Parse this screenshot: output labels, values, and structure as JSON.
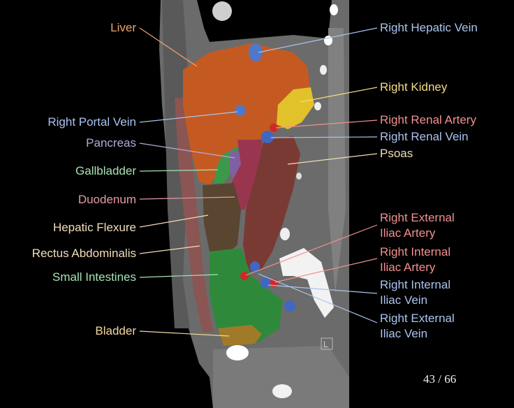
{
  "viewer": {
    "counter": "43 / 66",
    "orientation_marker": "L"
  },
  "colors": {
    "organ": "#f2a36b",
    "vessel_vein": "#a9c4ef",
    "vessel_artery": "#f2908f",
    "kidney": "#f5dc85",
    "gallbladder": "#a7e3b4",
    "duodenum": "#e59aa6",
    "bladder": "#f5d7a0"
  },
  "labels": {
    "liver": "Liver",
    "right_portal_vein": "Right Portal Vein",
    "pancreas": "Pancreas",
    "gallbladder": "Gallbladder",
    "duodenum": "Duodenum",
    "hepatic_flexure": "Hepatic Flexure",
    "rectus_abdominalis": "Rectus Abdominalis",
    "small_intestines": "Small Intestines",
    "bladder": "Bladder",
    "right_hepatic_vein": "Right Hepatic Vein",
    "right_kidney": "Right Kidney",
    "right_renal_artery": "Right Renal Artery",
    "right_renal_vein": "Right Renal Vein",
    "psoas": "Psoas",
    "right_external_iliac_artery_1": "Right External",
    "right_external_iliac_artery_2": "Iliac Artery",
    "right_internal_iliac_artery_1": "Right Internal",
    "right_internal_iliac_artery_2": "Iliac Artery",
    "right_internal_iliac_vein_1": "Right Internal",
    "right_internal_iliac_vein_2": "Iliac Vein",
    "right_external_iliac_vein_1": "Right External",
    "right_external_iliac_vein_2": "Iliac Vein"
  }
}
